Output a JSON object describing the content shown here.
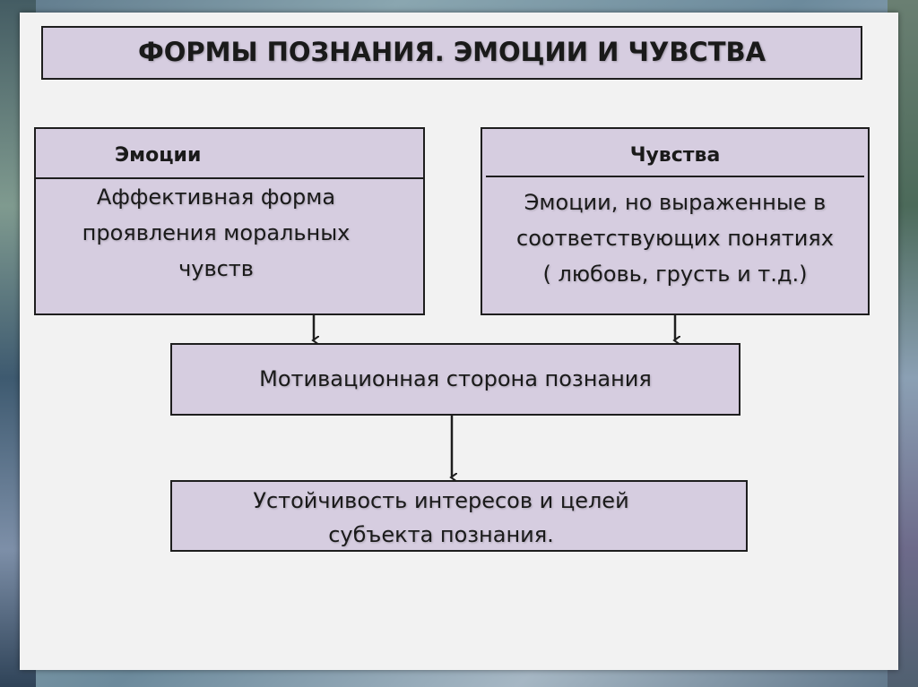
{
  "title": "ФОРМЫ ПОЗНАНИЯ. ЭМОЦИИ И ЧУВСТВА",
  "emotions": {
    "heading": "Эмоции",
    "lines": [
      "Аффективная форма",
      "проявления моральных",
      "чувств"
    ]
  },
  "feelings": {
    "heading": "Чувства",
    "lines": [
      "Эмоции, но выраженные в",
      "соответствующих понятиях",
      "( любовь, грусть и т.д.)"
    ]
  },
  "motivation": {
    "text": "Мотивационная сторона познания"
  },
  "stability": {
    "lines": [
      "Устойчивость интересов и целей",
      "субъекта познания."
    ]
  },
  "colors": {
    "box_fill": "#d6cde0",
    "border": "#1e1e1e",
    "slide": "#f2f2f2"
  }
}
